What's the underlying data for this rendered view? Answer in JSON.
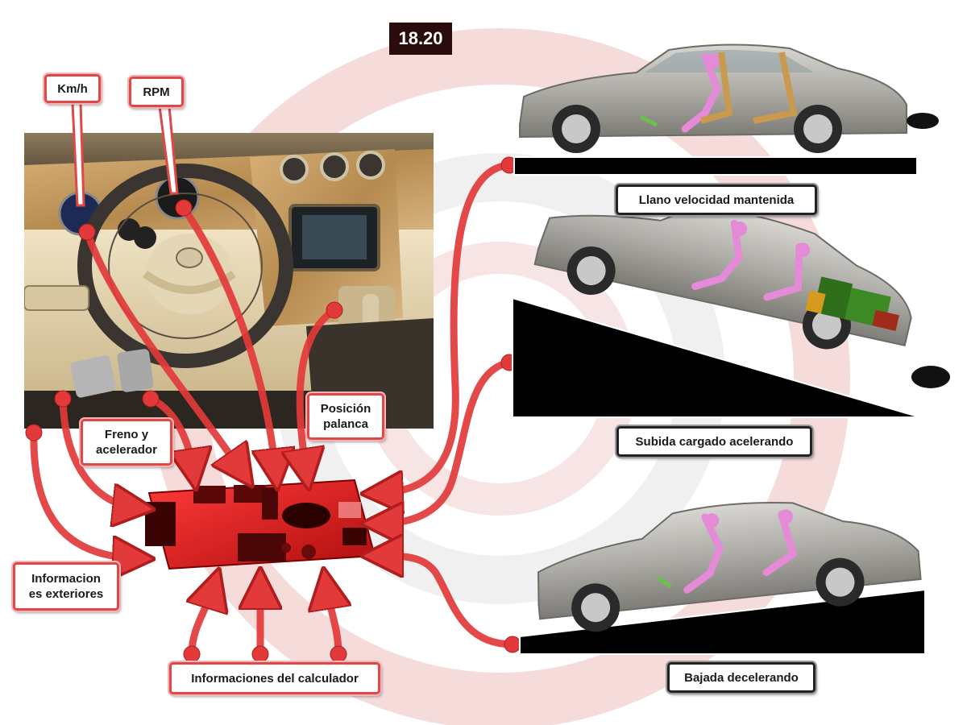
{
  "slide_number": "18.20",
  "labels": {
    "kmh": "Km/h",
    "rpm": "RPM",
    "brake_accel_line1": "Freno y",
    "brake_accel_line2": "acelerador",
    "lever_line1": "Posición",
    "lever_line2": "palanca",
    "external_line1": "Informacion",
    "external_line2": "es exteriores",
    "calculator_info": "Informaciones del calculador"
  },
  "scenarios": [
    {
      "label": "Llano velocidad mantenida"
    },
    {
      "label": "Subida cargado acelerando"
    },
    {
      "label": "Bajada decelerando"
    }
  ],
  "colors": {
    "arrow_red": "#e23a3a",
    "board_red": "#d81818",
    "label_border_red": "#e04848",
    "car_silver": "#b9b7b2",
    "mannequin_pink": "#e58ad6",
    "dashboard_cream": "#e6d6ae",
    "wood_burl": "#c49a5c"
  }
}
